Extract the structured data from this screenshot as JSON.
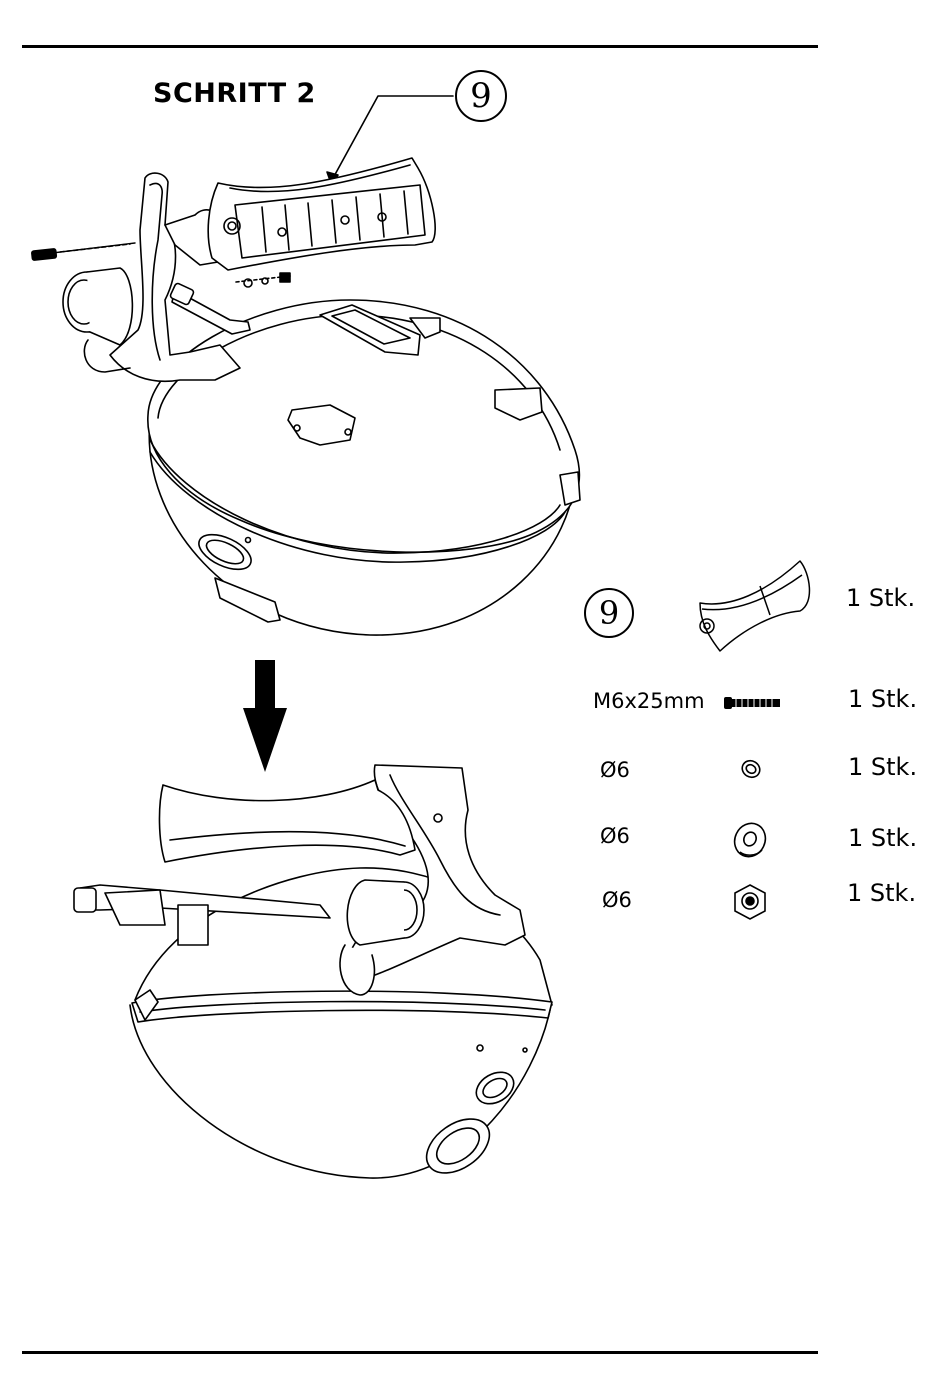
{
  "step": {
    "title": "SCHRITT 2",
    "part_number": "9"
  },
  "parts_list": {
    "callout": "9",
    "items": [
      {
        "label": "",
        "icon": "handle-part-icon",
        "quantity": "1 Stk."
      },
      {
        "label": "M6x25mm",
        "icon": "bolt-icon",
        "quantity": "1 Stk."
      },
      {
        "label": "Ø6",
        "icon": "spring-washer-icon",
        "quantity": "1 Stk."
      },
      {
        "label": "Ø6",
        "icon": "flat-washer-icon",
        "quantity": "1 Stk."
      },
      {
        "label": "Ø6",
        "icon": "lock-nut-icon",
        "quantity": "1 Stk."
      }
    ]
  }
}
